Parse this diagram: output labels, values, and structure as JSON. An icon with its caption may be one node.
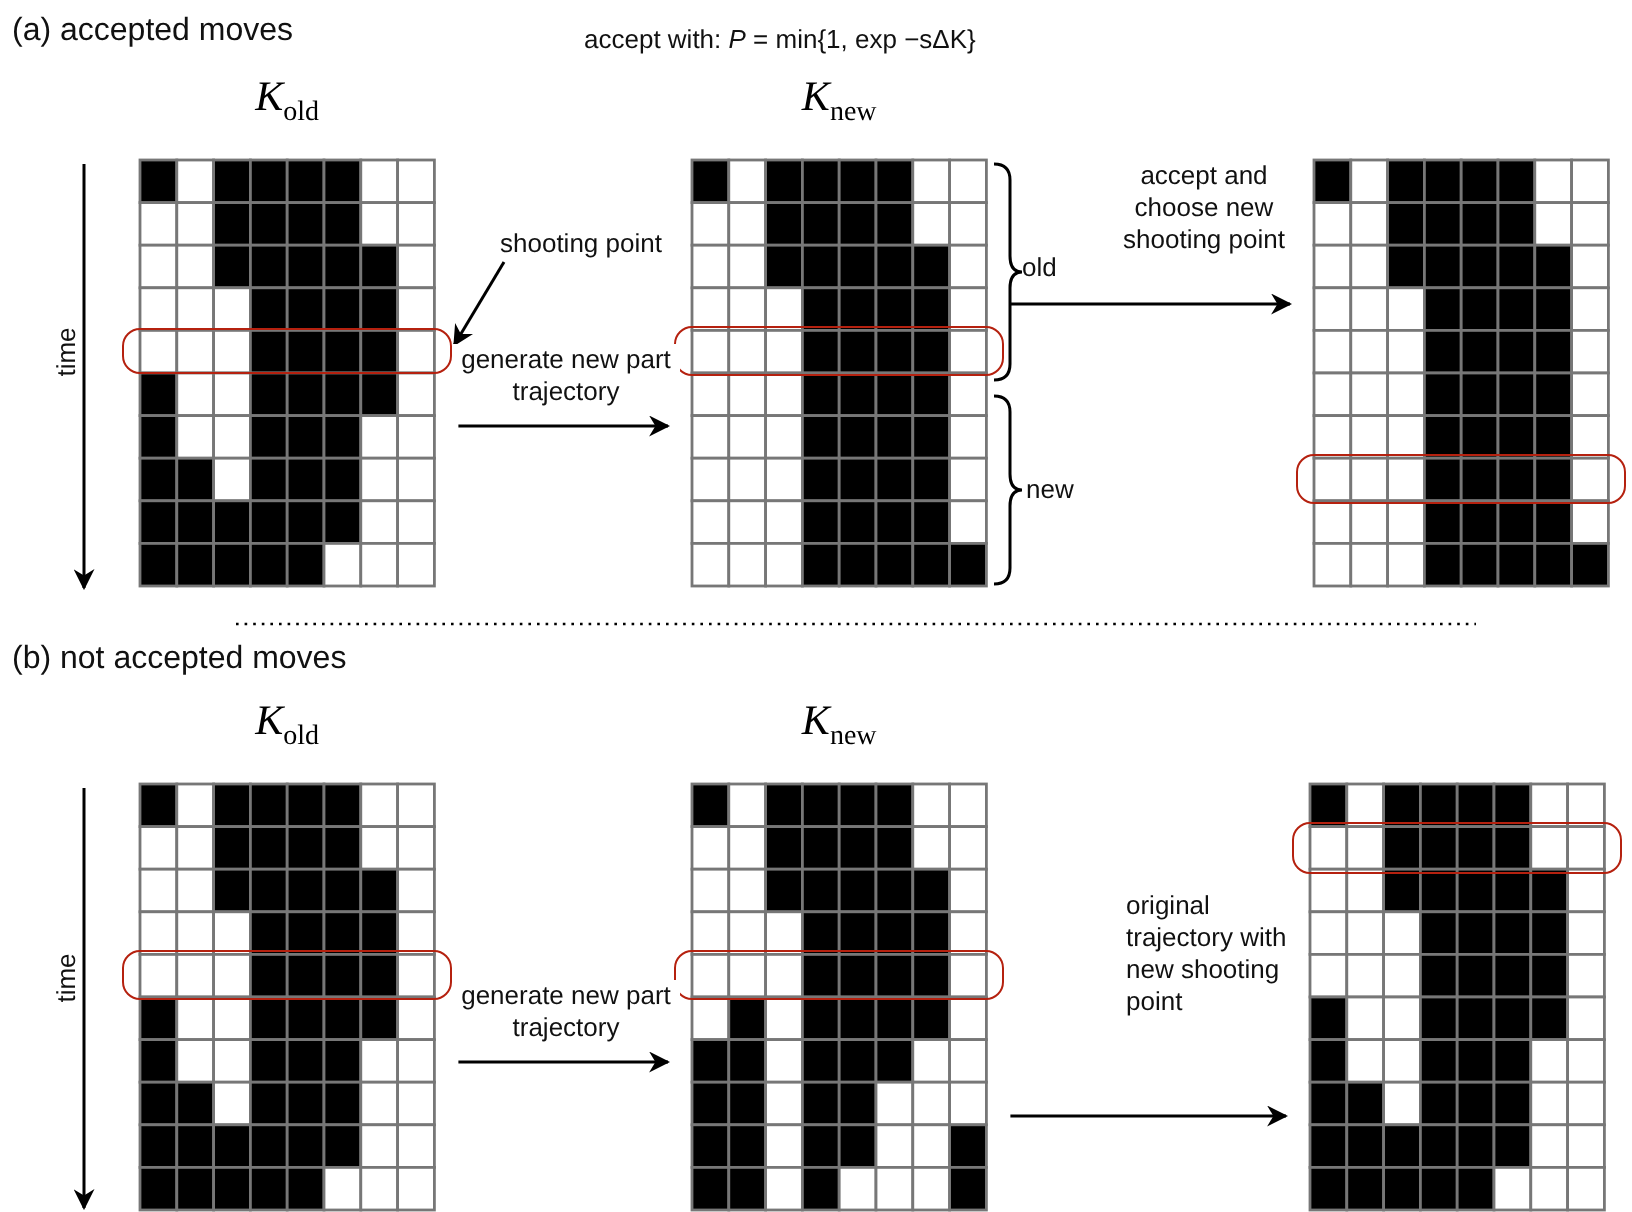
{
  "diagram": {
    "nodes": [
      {
        "text": [
          "*K*$_{old}$"
        ]
      },
      {
        "text": [
          "*K*$_{new}$"
        ]
      },
      {
        "text": [],
        "shape": "box"
      },
      {
        "text": [
          "shooting point"
        ]
      },
      {
        "text": [],
        "shape": "box"
      },
      {
        "text": [
          "*K*$_{old}$"
        ]
      },
      {
        "text": [
          "*K*$_{new}$"
        ]
      },
      {
        "text": [],
        "shape": "box"
      }
    ],
    "edges": [
      {
        "from": 0,
        "to": 1,
        "arrow": "to",
        "label": "generate new part trajectory"
      },
      {
        "from": 1,
        "to": 2,
        "arrow": "to",
        "label": "accept and choose new shooting point"
      },
      {
        "from": 3,
        "to": 4,
        "arrow": "to"
      },
      {
        "from": 5,
        "to": 6,
        "arrow": "to",
        "label": "generate new part trajectory"
      },
      {
        "from": 6,
        "to": 7,
        "arrow": "to",
        "label": "original trajectory with new shooting point"
      }
    ],
    "labels": [
      "(a) accepted moves",
      "accept with:   *P* = min{1, exp −sΔK}",
      "time",
      "old",
      "new",
      "(b) not accepted moves",
      "time"
    ]
  }
}
